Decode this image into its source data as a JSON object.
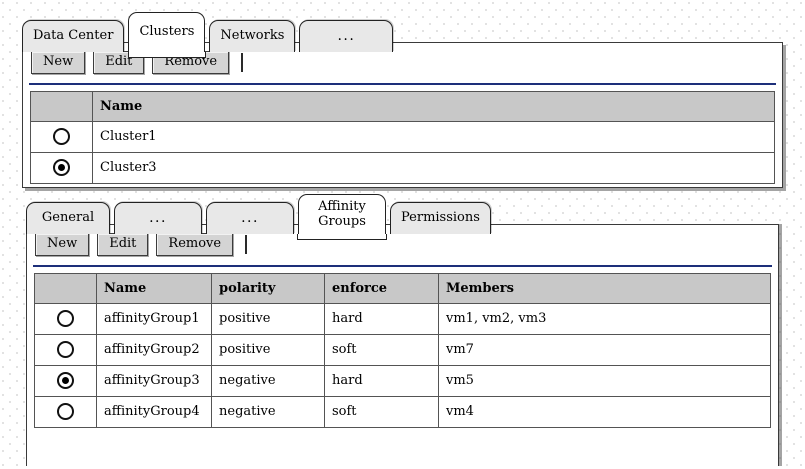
{
  "main_tabs": [
    {
      "label": "Data Center",
      "selected": false
    },
    {
      "label": "Clusters",
      "selected": true
    },
    {
      "label": "Networks",
      "selected": false
    },
    {
      "label": "...",
      "selected": false
    }
  ],
  "cluster_toolbar": {
    "new_label": "New",
    "edit_label": "Edit",
    "remove_label": "Remove"
  },
  "cluster_table": {
    "columns": [
      "",
      "Name"
    ],
    "rows": [
      {
        "selected": false,
        "name": "Cluster1"
      },
      {
        "selected": true,
        "name": "Cluster3"
      }
    ]
  },
  "sub_tabs": [
    {
      "label": "General",
      "selected": false
    },
    {
      "label": "...",
      "selected": false
    },
    {
      "label": "...",
      "selected": false
    },
    {
      "label": "Affinity\nGroups",
      "selected": true
    },
    {
      "label": "Permissions",
      "selected": false
    }
  ],
  "affinity_toolbar": {
    "new_label": "New",
    "edit_label": "Edit",
    "remove_label": "Remove"
  },
  "affinity_table": {
    "columns": [
      "",
      "Name",
      "polarity",
      "enforce",
      "Members"
    ],
    "rows": [
      {
        "selected": false,
        "name": "affinityGroup1",
        "polarity": "positive",
        "enforce": "hard",
        "members": "vm1, vm2, vm3"
      },
      {
        "selected": false,
        "name": "affinityGroup2",
        "polarity": "positive",
        "enforce": "soft",
        "members": "vm7"
      },
      {
        "selected": true,
        "name": "affinityGroup3",
        "polarity": "negative",
        "enforce": "hard",
        "members": "vm5"
      },
      {
        "selected": false,
        "name": "affinityGroup4",
        "polarity": "negative",
        "enforce": "soft",
        "members": "vm4"
      }
    ]
  },
  "colors": {
    "toolbar_rule": "#1d2f7a",
    "header_bg": "#c8c8c8",
    "tab_bg": "#e8e8e8",
    "button_bg": "#d4d4d4"
  }
}
